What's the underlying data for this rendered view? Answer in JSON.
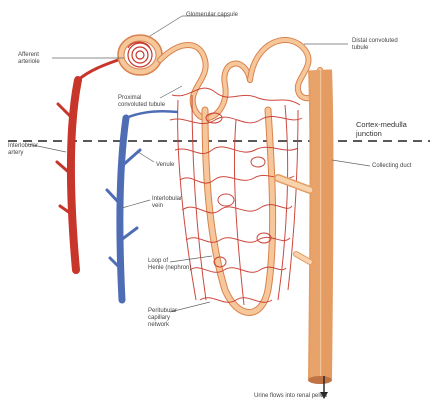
{
  "labels": {
    "glomerular_capsule": "Glomerular capsule",
    "afferent_arteriole": "Afferent\narteriole",
    "distal_convoluted_tubule": "Distal convoluted\ntubule",
    "proximal_convoluted_tubule": "Proximal\nconvoluted tubule",
    "cortex_medulla_junction": "Cortex-medulla\njunction",
    "interlobular_artery": "Interlobular\nartery",
    "collecting_duct": "Collecting duct",
    "venule": "Venule",
    "interlobular_vein": "Interlobular\nvein",
    "loop_of_henle": "Loop of\nHenle (nephron)",
    "peritubular_capillary": "Peritubular\ncapillary\nnetwork",
    "urine_flow": "Urine flows into renal pelvis"
  },
  "colors": {
    "artery": "#c8352a",
    "vein": "#4f6db5",
    "tubule_fill": "#f6c79a",
    "tubule_stroke": "#d9824d",
    "capillary": "#c8352a",
    "duct_fill": "#f4c08c",
    "duct_shade": "#e59c63",
    "dashed_line": "#222222"
  }
}
